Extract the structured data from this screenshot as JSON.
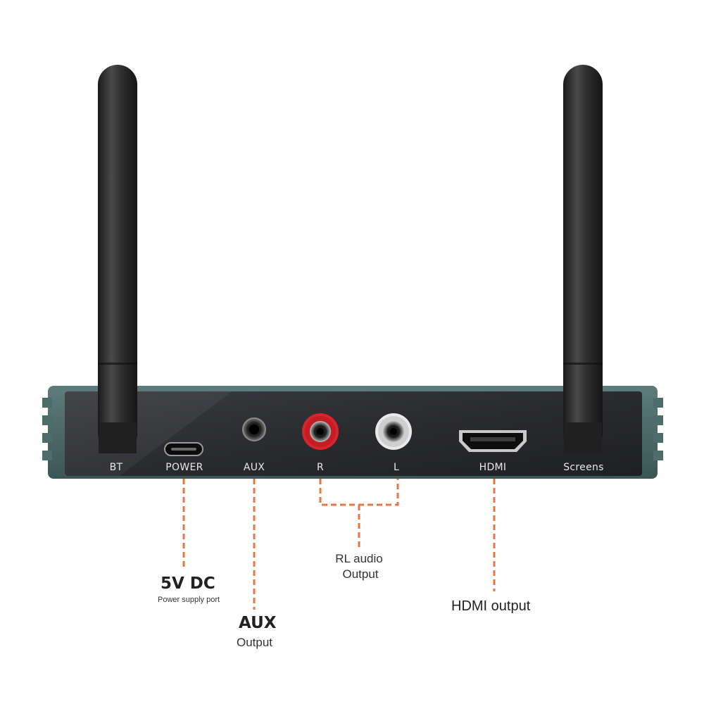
{
  "device": {
    "body_color": "#2c2d31",
    "frame_color": "#4b6b6a",
    "antenna_color": "#2a2a2a",
    "callout_line_color": "#e07848"
  },
  "ports": [
    {
      "id": "bt",
      "label": "BT"
    },
    {
      "id": "power",
      "label": "POWER"
    },
    {
      "id": "aux",
      "label": "AUX"
    },
    {
      "id": "r",
      "label": "R",
      "ring_color": "#d8242c"
    },
    {
      "id": "l",
      "label": "L",
      "ring_color": "#e8e8e8"
    },
    {
      "id": "hdmi",
      "label": "HDMI"
    },
    {
      "id": "screens",
      "label": "Screens"
    }
  ],
  "callouts": {
    "dc": {
      "title": "5V DC",
      "desc": "Power supply port"
    },
    "aux": {
      "title": "AUX",
      "desc": "Output"
    },
    "rl": {
      "title": "RL audio",
      "desc": "Output"
    },
    "hdmi": {
      "title": "HDMI output"
    }
  }
}
